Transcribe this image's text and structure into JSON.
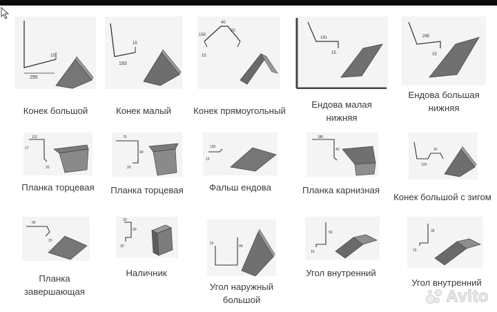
{
  "items": [
    {
      "label": "Конек большой",
      "dims": [
        "295",
        "15"
      ],
      "icon": "ridge-large-icon"
    },
    {
      "label": "Конек малый",
      "dims": [
        "193",
        "15"
      ],
      "icon": "ridge-small-icon"
    },
    {
      "label": "Конек прямоугольный",
      "dims": [
        "150",
        "40",
        "20",
        "15"
      ],
      "icon": "ridge-rectangular-icon"
    },
    {
      "label": "Ендова малая\nнижняя",
      "dims": [
        "191",
        "15"
      ],
      "icon": "valley-small-icon"
    },
    {
      "label": "Ендова большая\nнижняя",
      "dims": [
        "295",
        "15"
      ],
      "icon": "valley-large-icon"
    },
    {
      "label": "Планка торцевая",
      "dims": [
        "131",
        "17",
        "20"
      ],
      "icon": "end-strip-icon"
    },
    {
      "label": "Планка торцевая",
      "dims": [
        "75",
        "40",
        "20"
      ],
      "icon": "end-strip-alt-icon"
    },
    {
      "label": "Фальш ендова",
      "dims": [
        "130",
        "12"
      ],
      "icon": "false-valley-icon"
    },
    {
      "label": "Планка карнизная",
      "dims": [
        "180",
        "40"
      ],
      "icon": "eaves-strip-icon"
    },
    {
      "label": "Конек большой с зигом",
      "dims": [
        "120",
        "20"
      ],
      "icon": "ridge-zig-icon"
    },
    {
      "label": "Планка\nзавершающая",
      "dims": [
        "90",
        "20"
      ],
      "icon": "finishing-strip-icon"
    },
    {
      "label": "Наличник",
      "dims": [
        "20",
        "30",
        "20"
      ],
      "icon": "trim-icon"
    },
    {
      "label": "Угол наружный\nбольшой",
      "dims": [
        "15",
        "90"
      ],
      "icon": "outer-corner-icon"
    },
    {
      "label": "Угол внутренний",
      "dims": [
        "50",
        "15"
      ],
      "icon": "inner-corner-icon"
    },
    {
      "label": "Угол внутренний",
      "dims": [
        "35",
        "15"
      ],
      "icon": "inner-corner-small-icon"
    }
  ],
  "watermark": "Avito"
}
